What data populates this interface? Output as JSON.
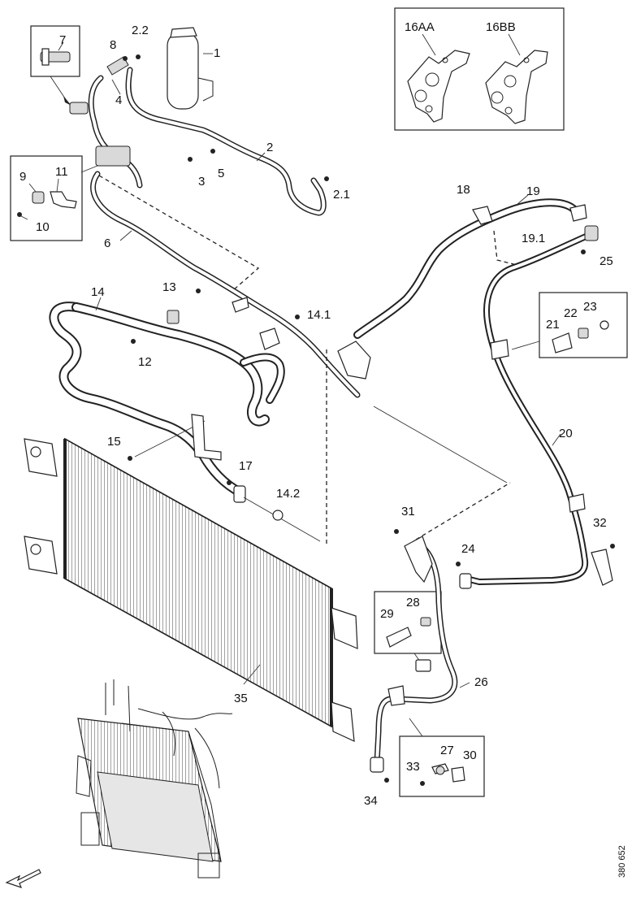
{
  "callouts": {
    "c1": "1",
    "c2": "2",
    "c2_1": "2.1",
    "c2_2": "2.2",
    "c3": "3",
    "c4": "4",
    "c5": "5",
    "c6": "6",
    "c7": "7",
    "c8": "8",
    "c9": "9",
    "c10": "10",
    "c11": "11",
    "c12": "12",
    "c13": "13",
    "c14": "14",
    "c14_1": "14.1",
    "c14_2": "14.2",
    "c15": "15",
    "c16AA": "16AA",
    "c16BB": "16BB",
    "c17": "17",
    "c18": "18",
    "c19": "19",
    "c19_1": "19.1",
    "c20": "20",
    "c21": "21",
    "c22": "22",
    "c23": "23",
    "c24": "24",
    "c25": "25",
    "c26": "26",
    "c27": "27",
    "c28": "28",
    "c29": "29",
    "c30": "30",
    "c31": "31",
    "c32": "32",
    "c33": "33",
    "c34": "34",
    "c35": "35"
  },
  "document_id": "380 652",
  "icons": {
    "direction": "arrow-icon"
  }
}
